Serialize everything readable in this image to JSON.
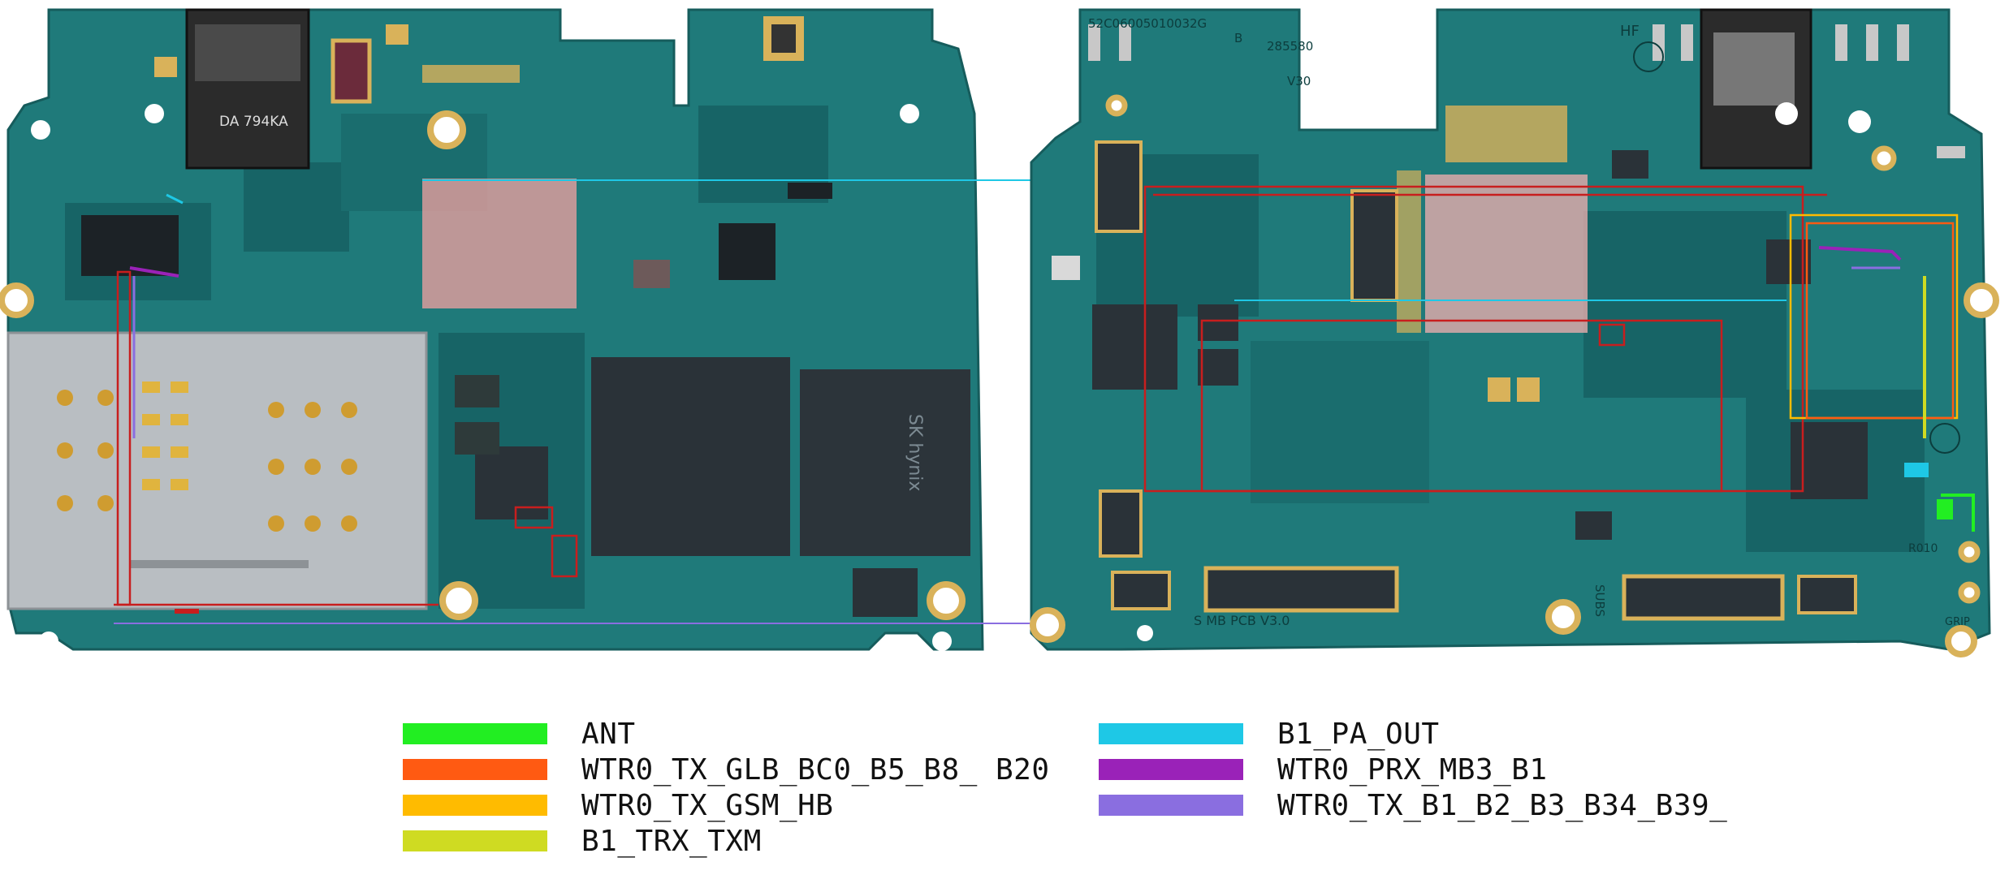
{
  "legend": [
    {
      "label": "ANT",
      "color": "#22ee22"
    },
    {
      "label": "WTR0_TX_GLB_BC0_B5_B8_ B20",
      "color": "#ff5a12"
    },
    {
      "label": "WTR0_TX_GSM_HB",
      "color": "#ffbb00"
    },
    {
      "label": "B1_TRX_TXM",
      "color": "#cfdb22"
    },
    {
      "label": "B1_PA_OUT",
      "color": "#1ec8e6"
    },
    {
      "label": "WTR0_PRX_MB3_B1",
      "color": "#9a22b8"
    },
    {
      "label": "WTR0_TX_B1_B2_B3_B34_B39_",
      "color": "#8a6ee0"
    }
  ],
  "board_markings": {
    "jack_label": "DA 794KA",
    "serial": "52C06005010032G",
    "serial_sub": "285580",
    "rev": "V30",
    "letter_b": "B",
    "hf": "HF",
    "pcb": "S MB PCB V3.0",
    "ram": "SK hynix",
    "subs": "SUBS",
    "r010": "R010",
    "grip": "GRIP"
  },
  "colors": {
    "pcb": "#1f7a7a",
    "pcb_dark": "#176466",
    "gold": "#d9b25a",
    "shield": "#b9bec2",
    "chip": "#2a3238",
    "trace_red": "#c81e1e",
    "trace_blue": "#3a78d8",
    "watermark": "#f07a7a"
  }
}
